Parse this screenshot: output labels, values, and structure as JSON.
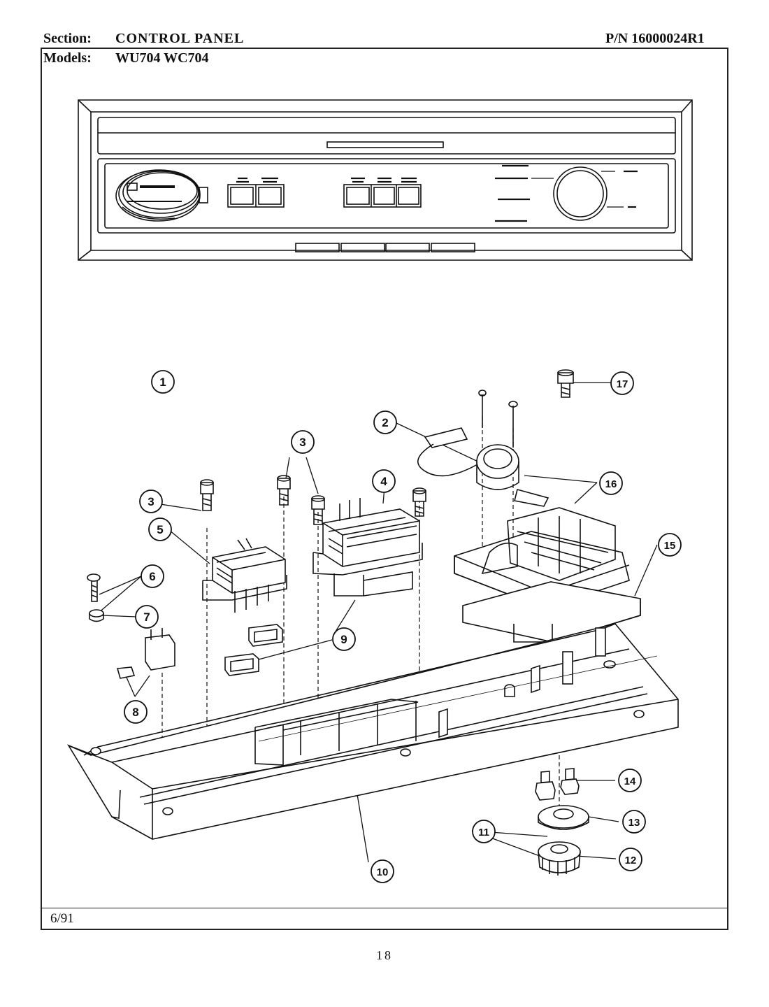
{
  "header": {
    "section_label": "Section:",
    "section_value": "CONTROL PANEL",
    "pn": "P/N 16000024R1",
    "models_label": "Models:",
    "models_value": "WU704  WC704"
  },
  "footer": {
    "date": "6/91",
    "page": "18"
  },
  "callouts": [
    {
      "id": "c1",
      "n": "1"
    },
    {
      "id": "c2",
      "n": "2"
    },
    {
      "id": "c3a",
      "n": "3"
    },
    {
      "id": "c3b",
      "n": "3"
    },
    {
      "id": "c4",
      "n": "4"
    },
    {
      "id": "c5",
      "n": "5"
    },
    {
      "id": "c6",
      "n": "6"
    },
    {
      "id": "c7",
      "n": "7"
    },
    {
      "id": "c8",
      "n": "8"
    },
    {
      "id": "c9",
      "n": "9"
    },
    {
      "id": "c10",
      "n": "10"
    },
    {
      "id": "c11",
      "n": "11"
    },
    {
      "id": "c12",
      "n": "12"
    },
    {
      "id": "c13",
      "n": "13"
    },
    {
      "id": "c14",
      "n": "14"
    },
    {
      "id": "c15",
      "n": "15"
    },
    {
      "id": "c16",
      "n": "16"
    },
    {
      "id": "c17",
      "n": "17"
    }
  ]
}
